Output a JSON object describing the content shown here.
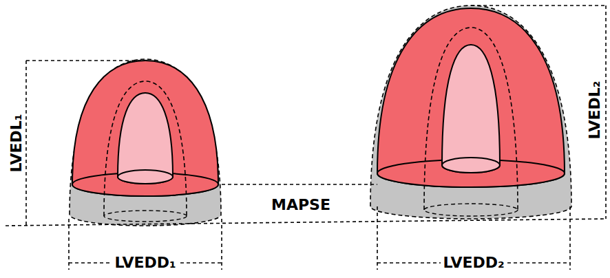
{
  "diagram": {
    "labels": [
      "LVEDL₁",
      "MAPSE",
      "LVEDD₁",
      "LVEDD₂",
      "LVEDL₂"
    ]
  }
}
